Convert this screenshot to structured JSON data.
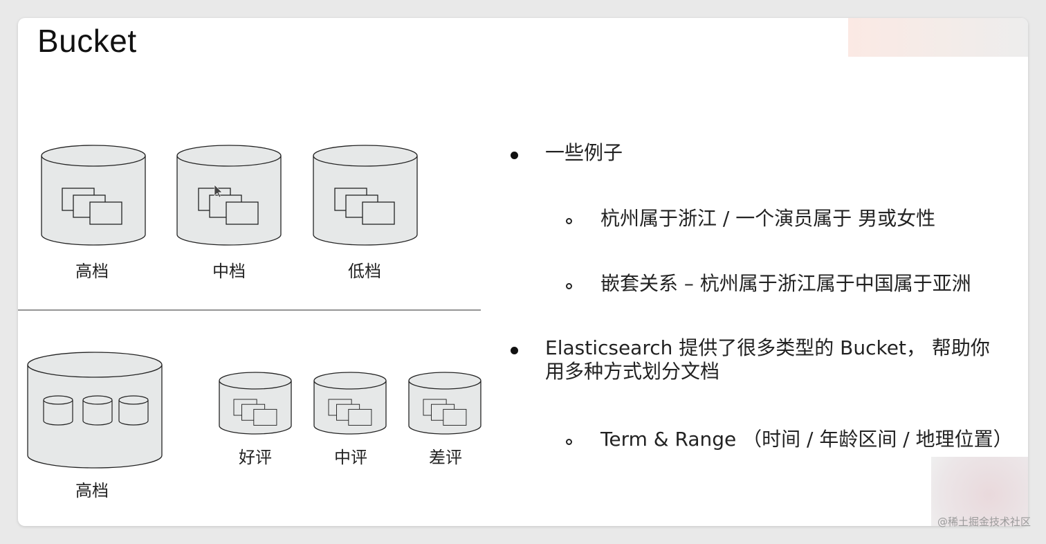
{
  "slide": {
    "title": "Bucket",
    "diagram_top": {
      "labels": [
        "高档",
        "中档",
        "低档"
      ]
    },
    "diagram_bottom": {
      "big_label": "高档",
      "small_labels": [
        "好评",
        "中评",
        "差评"
      ]
    },
    "bullets": [
      {
        "text": "一些例子",
        "sub": [
          "杭州属于浙江 / 一个演员属于 男或女性",
          "嵌套关系 – 杭州属于浙江属于中国属于亚洲"
        ]
      },
      {
        "text": "Elasticsearch 提供了很多类型的 Bucket， 帮助你用多种方式划分文档",
        "sub": [
          "Term & Range （时间 / 年龄区间 / 地理位置）"
        ]
      }
    ]
  },
  "watermark": "@稀土掘金技术社区",
  "colors": {
    "cylinder_fill": "#e6e8e8",
    "stroke": "#222222",
    "background": "#ffffff"
  }
}
